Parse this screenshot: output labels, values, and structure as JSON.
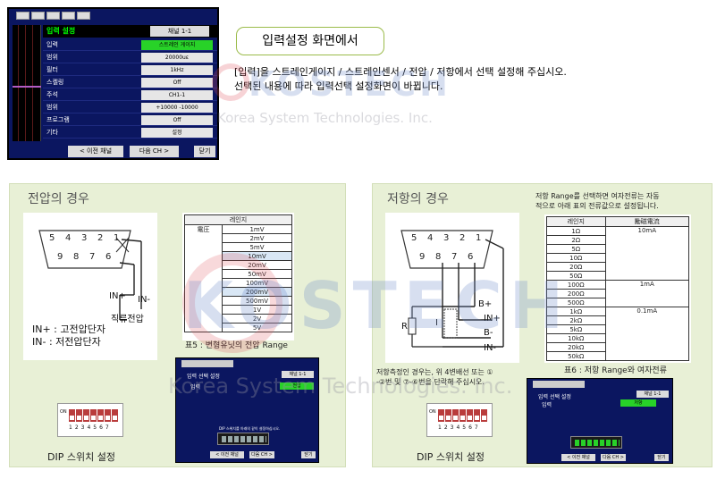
{
  "top_screen": {
    "title": "입력 설정",
    "channel": "채널 1-1",
    "rows": [
      {
        "label": "입력",
        "value": "스트레인 게이지"
      },
      {
        "label": "범위",
        "value": "20000uε"
      },
      {
        "label": "필터",
        "value": "1kHz"
      },
      {
        "label": "스켈링",
        "value": "Off"
      },
      {
        "label": "주석",
        "value": "CH1-1"
      },
      {
        "label": "범위",
        "value": "+10000    -10000"
      },
      {
        "label": "프로그램",
        "value": "Off"
      },
      {
        "label": "기타",
        "value": "설정"
      }
    ],
    "prev_btn": "< 이전 채널",
    "next_btn": "다음 CH >",
    "close_btn": "닫기"
  },
  "callout": "입력설정 화면에서",
  "desc_line1": "[입력]을 스트레인게이지 / 스트레인센서 / 전압 / 저항에서 선택 설정해 주십시오.",
  "desc_line2": "선택된 내용에 따라 입력선택 설정화면이 바뀝니다.",
  "watermark": {
    "name": "KOSTECH",
    "sub": "Korea System Technologies. Inc."
  },
  "voltage": {
    "title": "전압의 경우",
    "pins_top": [
      "5",
      "4",
      "3",
      "2",
      "1"
    ],
    "pins_bottom": [
      "9",
      "8",
      "7",
      "6"
    ],
    "in_plus": "IN+",
    "in_minus": "IN-",
    "dc_label": "직류전압",
    "legend1": "IN+  : 고전압단자",
    "legend2": "IN-  : 저전압단자",
    "table_header": "레인지",
    "table_side": "電圧",
    "ranges": [
      "1mV",
      "2mV",
      "5mV",
      "10mV",
      "20mV",
      "50mV",
      "100mV",
      "200mV",
      "500mV",
      "1V",
      "2V",
      "5V"
    ],
    "table_caption": "표5 : 변형유닛의 전압 Range",
    "dip_caption": "DIP 스위치 설정",
    "dip_nums": "1234567",
    "dip_on": "ON",
    "screen": {
      "title": "입력 선택 설정",
      "channel": "채널 1-1",
      "input_label": "입력",
      "input_value": "전압",
      "prev_btn": "< 이전 채널",
      "next_btn": "다음 CH >",
      "close_btn": "닫기",
      "hint": "DIP 스위치를 아래의 같이 설정하십시오."
    }
  },
  "resistance": {
    "title": "저항의 경우",
    "note1": "저항 Range를 선택하면 여자전류는 자동",
    "note2": "적으로 아래 표의 전류값으로 설정됩니다.",
    "pins_top": [
      "5",
      "4",
      "3",
      "2",
      "1"
    ],
    "pins_bottom": [
      "9",
      "8",
      "7",
      "6"
    ],
    "b_plus": "B+",
    "in_plus": "IN+",
    "b_minus": "B-",
    "in_minus": "IN-",
    "r_label": "R",
    "i_label": "I",
    "col_range": "레인지",
    "col_current": "勵磁電流",
    "ranges": [
      "1Ω",
      "2Ω",
      "5Ω",
      "10Ω",
      "20Ω",
      "50Ω",
      "100Ω",
      "200Ω",
      "500Ω",
      "1kΩ",
      "2kΩ",
      "5kΩ",
      "10kΩ",
      "20kΩ",
      "50kΩ"
    ],
    "current_10mA": "10mA",
    "current_1mA": "1mA",
    "current_01mA": "0.1mA",
    "table_caption": "표6 : 저항 Range와 여자전류",
    "wiring_note1": "저항측정인 경우는, 위 4변배선 또는 ①",
    "wiring_note2": "-②번 및 ⑦-⑥번을 단락해 주십시오.",
    "dip_caption": "DIP 스위치 설정",
    "dip_nums": "1234567",
    "dip_on": "ON",
    "screen": {
      "title": "입력 선택 설정",
      "channel": "채널 1-1",
      "input_label": "입력",
      "input_value": "저항",
      "prev_btn": "< 이전 채널",
      "next_btn": "다음 CH >",
      "close_btn": "닫기"
    }
  }
}
